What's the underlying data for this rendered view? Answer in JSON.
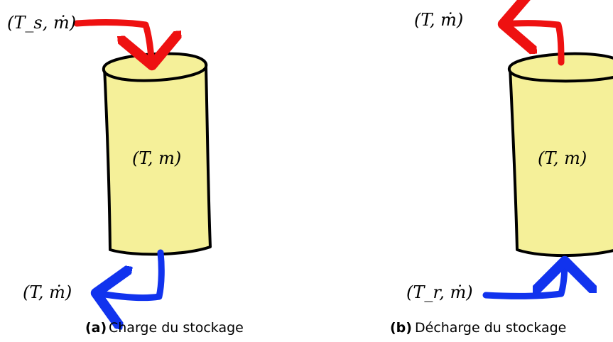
{
  "colors": {
    "tank_fill": "#f5f099",
    "tank_outline": "#000000",
    "inflow_hot": "#ee1111",
    "flow_cold": "#1133ee"
  },
  "panel_a": {
    "inlet_label": "(T_s, ṁ)",
    "tank_label": "(T, m)",
    "outlet_label": "(T, ṁ)",
    "caption_label": "(a)",
    "caption_text": "Charge du stockage"
  },
  "panel_b": {
    "outlet_label": "(T, ṁ)",
    "tank_label": "(T, m)",
    "inlet_label": "(T_r, ṁ)",
    "caption_label": "(b)",
    "caption_text": "Décharge du stockage"
  }
}
